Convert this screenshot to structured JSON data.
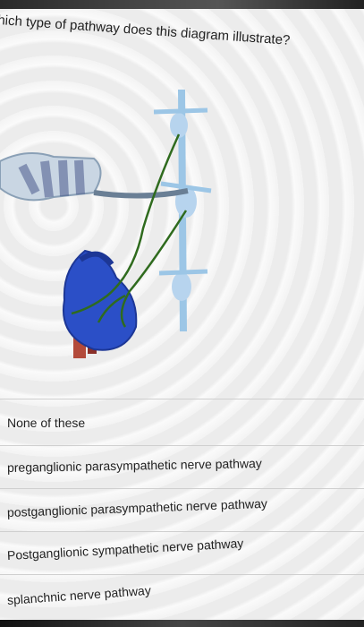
{
  "question": {
    "text": "hich type of pathway does this diagram illustrate?"
  },
  "options": [
    {
      "label": "None of these"
    },
    {
      "label": "preganglionic parasympathetic nerve pathway"
    },
    {
      "label": "postganglionic parasympathetic nerve pathway"
    },
    {
      "label": "Postganglionic sympathetic nerve pathway"
    },
    {
      "label": "splanchnic nerve pathway"
    }
  ],
  "colors": {
    "heart": "#2b4fc7",
    "nerve": "#2f6b1e",
    "trunk": "#9cc6e6",
    "cord": "#c9d6e3"
  }
}
